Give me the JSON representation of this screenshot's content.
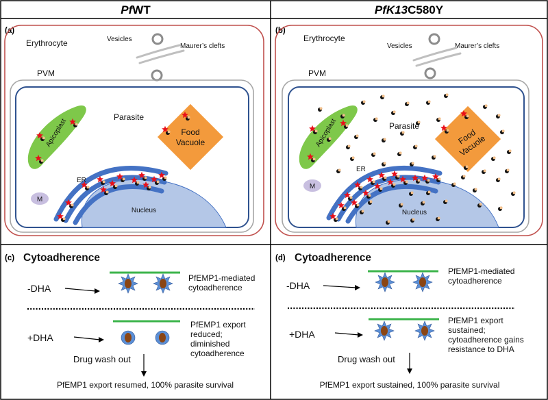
{
  "headers": {
    "left_italic": "Pf",
    "left_rest": "WT",
    "right_italic": "PfK13",
    "right_rest": "C580Y"
  },
  "panels": {
    "a": {
      "label": "(a)",
      "erythrocyte": "Erythrocyte",
      "vesicles": "Vesicles",
      "maurers_clefts": "Maurer’s clefts",
      "pvm": "PVM",
      "parasite": "Parasite",
      "apicoplast": "Apicoplast",
      "food_vacuole_1": "Food",
      "food_vacuole_2": "Vacuole",
      "er": "ER",
      "mito": "M",
      "nucleus": "Nucleus"
    },
    "b": {
      "label": "(b)",
      "erythrocyte": "Erythrocyte",
      "vesicles": "Vesicles",
      "maurers_clefts": "Maurer’s clefts",
      "pvm": "PVM",
      "parasite": "Parasite",
      "apicoplast": "Apicoplast",
      "food_vacuole_1": "Food",
      "food_vacuole_2": "Vacuole",
      "er": "ER",
      "mito": "M",
      "nucleus": "Nucleus"
    },
    "c": {
      "label": "(c)",
      "title": "Cytoadherence",
      "minus_dha": "-DHA",
      "plus_dha": "+DHA",
      "minus_note_1": "PfEMP1-mediated",
      "minus_note_2": "cytoadherence",
      "plus_note_1": "PfEMP1 export",
      "plus_note_2": "reduced;",
      "plus_note_3": "diminished",
      "plus_note_4": "cytoadherence",
      "washout": "Drug wash out",
      "outcome": "PfEMP1 export resumed, 100% parasite survival"
    },
    "d": {
      "label": "(d)",
      "title": "Cytoadherence",
      "minus_dha": "-DHA",
      "plus_dha": "+DHA",
      "minus_note_1": "PfEMP1-mediated",
      "minus_note_2": "cytoadherence",
      "plus_note_1": "PfEMP1 export",
      "plus_note_2": "sustained;",
      "plus_note_3": "cytoadherence gains",
      "plus_note_4": "resistance to DHA",
      "washout": "Drug wash out",
      "outcome": "PfEMP1 export sustained, 100% parasite survival"
    }
  },
  "colors": {
    "erythrocyte_border": "#c0504d",
    "pvm_border": "#a6a6a6",
    "parasite_border": "#2f528f",
    "apicoplast": "#7ec84a",
    "food_vacuole": "#f39a3c",
    "nucleus": "#b4c7e7",
    "er": "#4472c4",
    "star": "#e8101a",
    "membrane": "#3cb44b",
    "knob": "#5b8fd6",
    "knob_core": "#8b4513",
    "mito": "#c8bfe0"
  }
}
